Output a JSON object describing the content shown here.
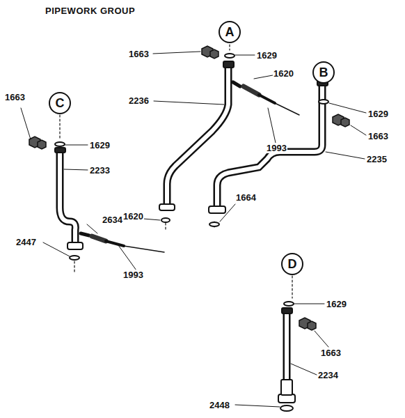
{
  "diagram": {
    "title": "PIPEWORK GROUP",
    "nodes": [
      {
        "text": [
          "A"
        ]
      },
      {
        "text": [
          "B"
        ]
      },
      {
        "text": [
          "C"
        ]
      },
      {
        "text": [
          "D"
        ]
      }
    ],
    "labels": [
      "1663",
      "1629",
      "1620",
      "1629",
      "1663",
      "1663",
      "1629",
      "2236",
      "1993",
      "2233",
      "2235",
      "1620",
      "2634",
      "1664",
      "2447",
      "1993",
      "1629",
      "1663",
      "2234",
      "2448"
    ]
  }
}
